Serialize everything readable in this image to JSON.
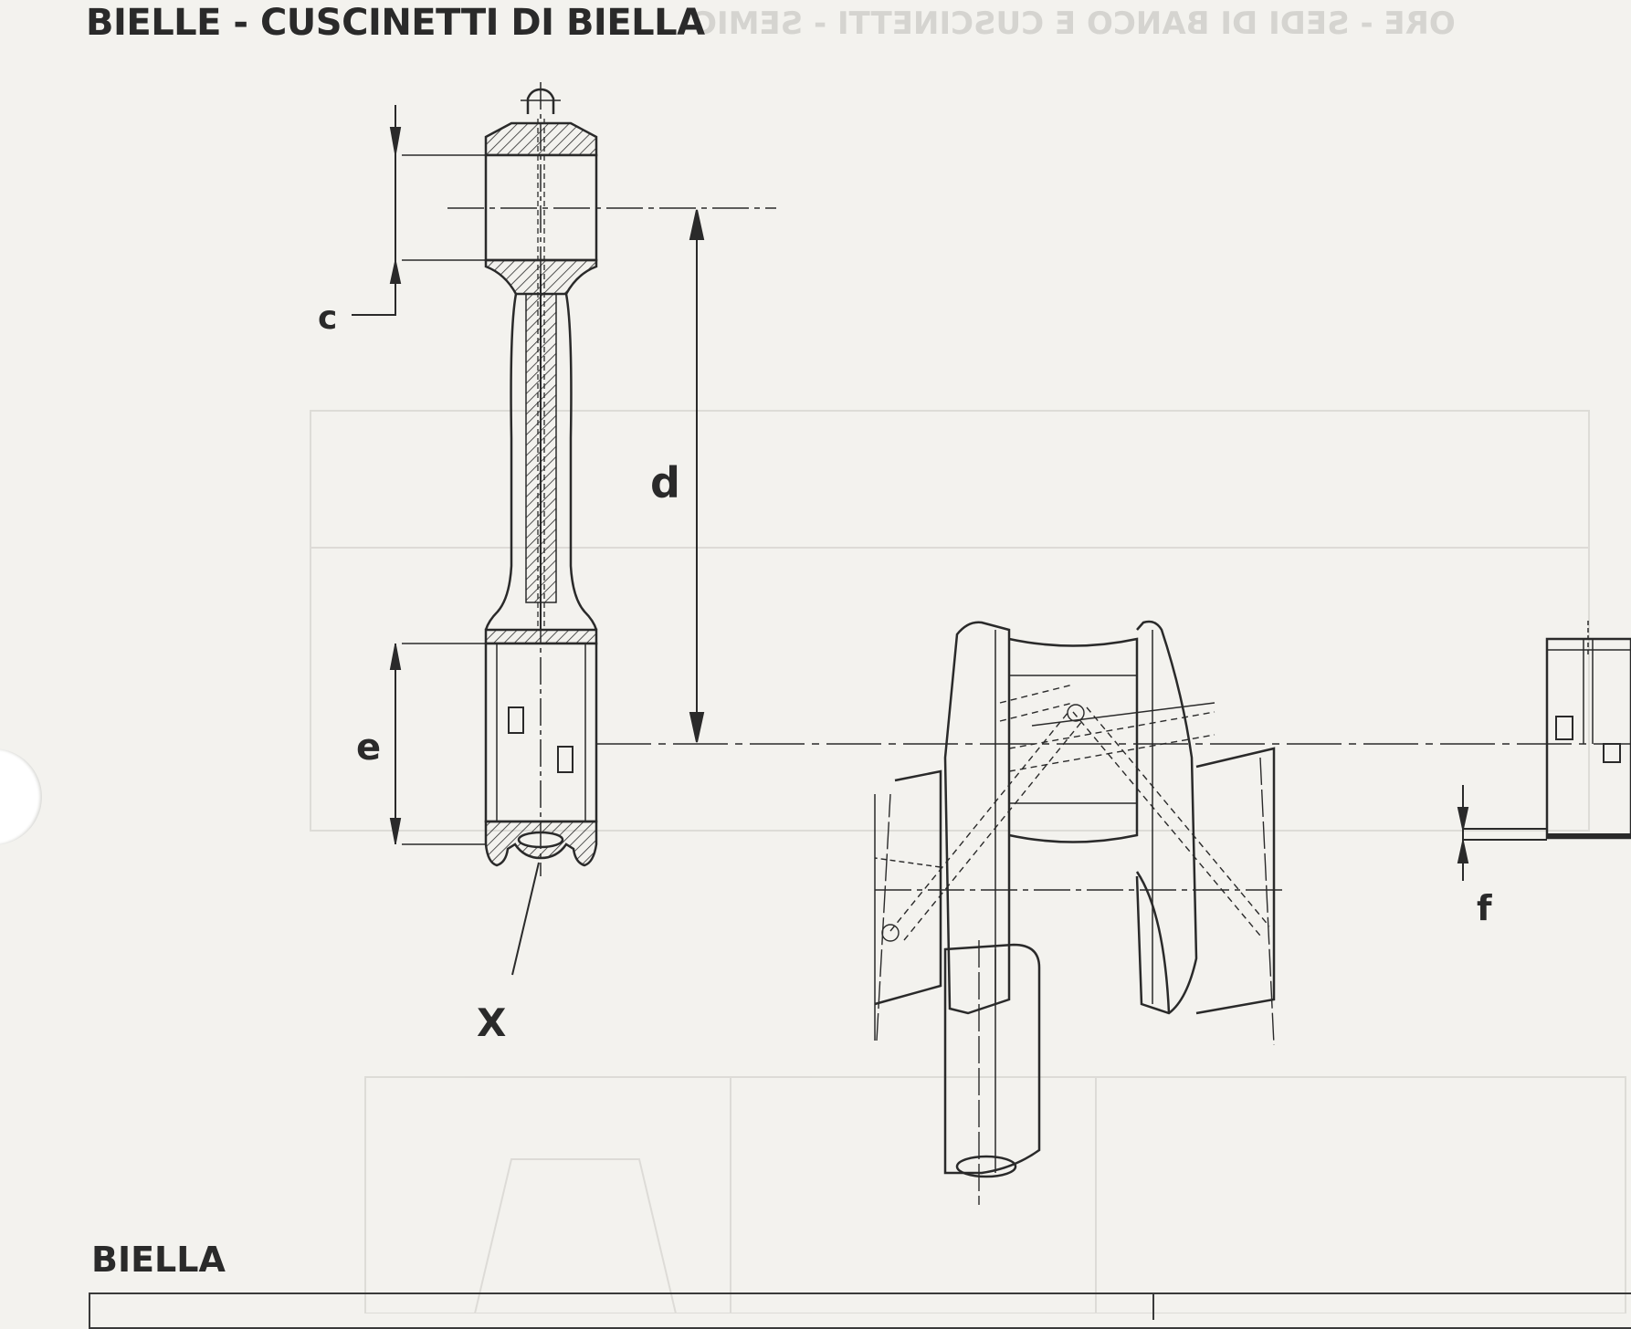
{
  "page": {
    "title": "BIELLE - CUSCINETTI DI BIELLA",
    "ghost_heading": "ORE - SEDI DI BANCO E CUSCINETTI - SEMIC",
    "section_title": "BIELLA"
  },
  "diagram": {
    "labels": {
      "c": "c",
      "d": "d",
      "e": "e",
      "f": "f",
      "x": "X"
    }
  },
  "colors": {
    "ink": "#2a2a2a",
    "paper": "#f3f2ee",
    "ghost": "#bdbcb8"
  }
}
